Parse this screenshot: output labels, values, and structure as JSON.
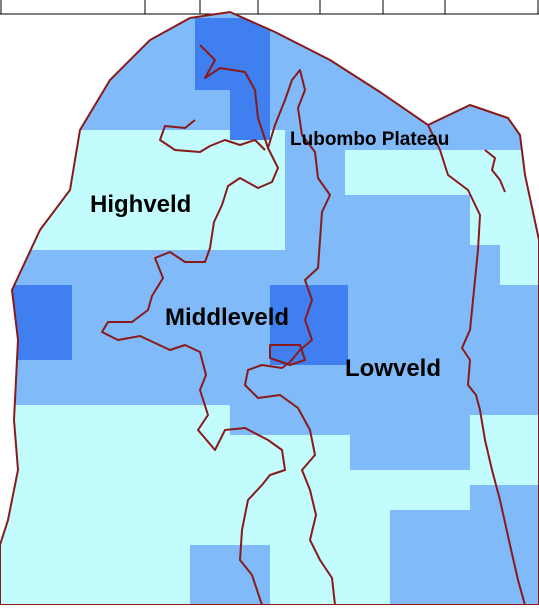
{
  "map": {
    "labels": {
      "lubombo": "Lubombo Plateau",
      "highveld": "Highveld",
      "middleveld": "Middleveld",
      "lowveld": "Lowveld"
    },
    "colors": {
      "background": "#ffffff",
      "lightest_cells": "#c2fcfc",
      "light_cells": "#80baf8",
      "dark_cells": "#3f7ff0",
      "boundary_lines": "#8a1a1a",
      "header_frame": "#000000"
    },
    "legend": "none"
  }
}
